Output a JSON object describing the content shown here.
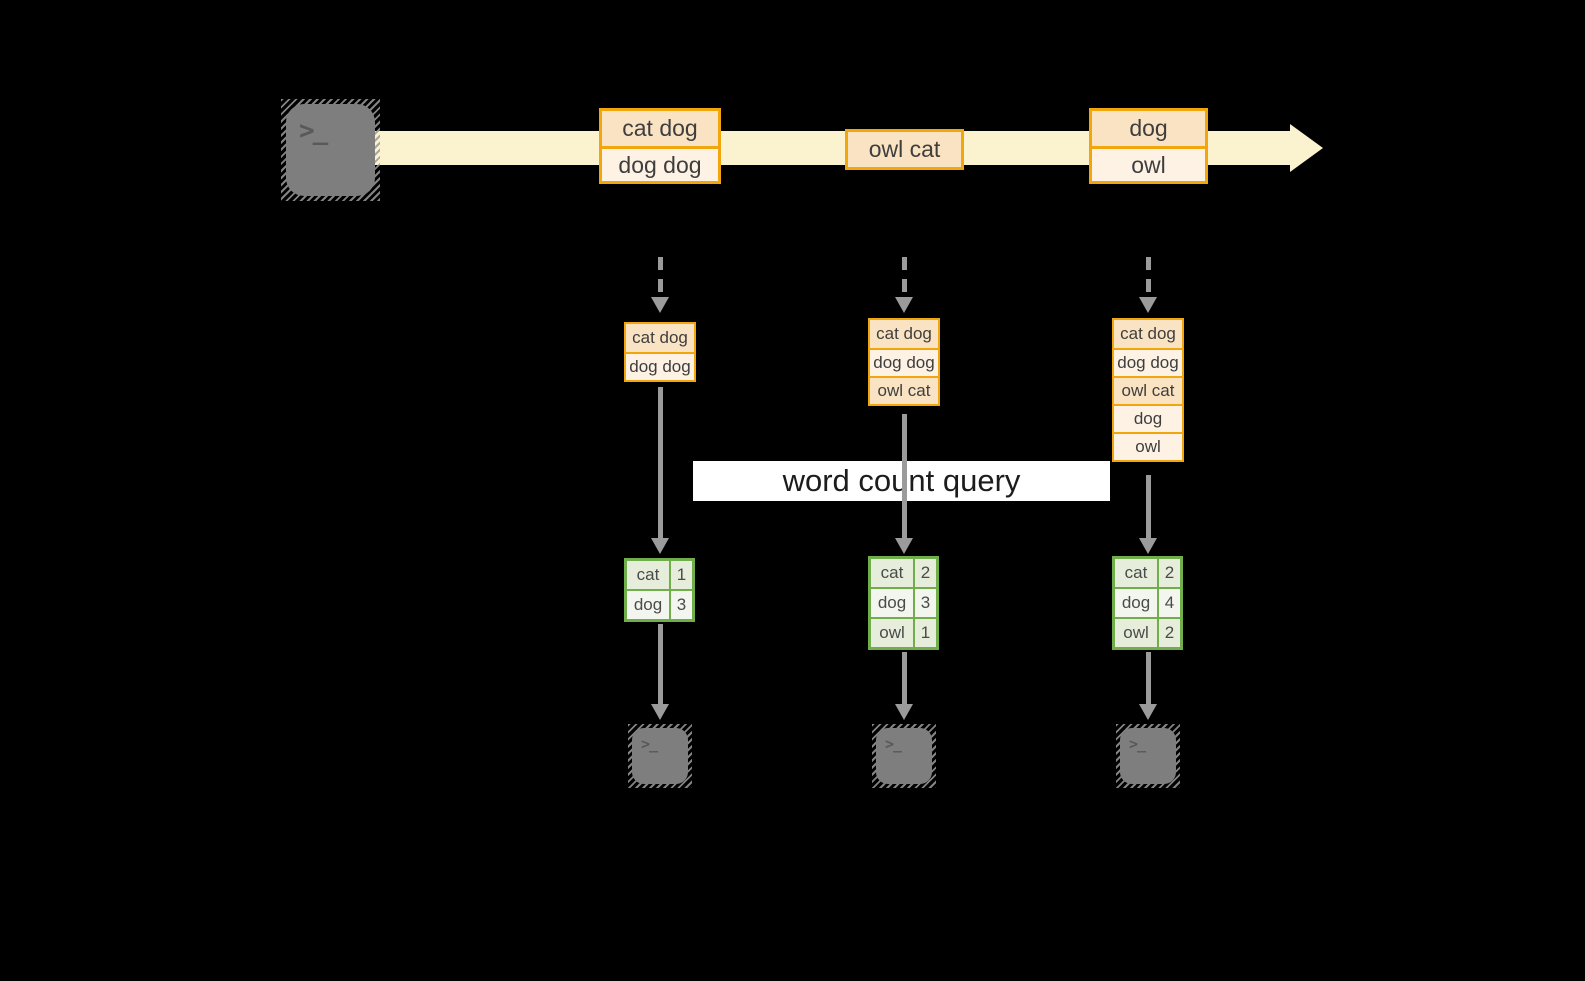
{
  "colors": {
    "canvasBg": "#000000",
    "streamBand": "#FBF2CF",
    "orange": "#F2A60D",
    "peachDark": "#FAE3C3",
    "peachLight": "#FDF2E4",
    "green": "#6FAE4B",
    "greenDark": "#E7EDDB",
    "greenLight": "#F3F6EE",
    "arrow": "#9B9B9B",
    "queryBandBg": "#FFFFFF",
    "ink": "#3E3E3E",
    "terminalBody": "#7E7E7E",
    "terminalHatch": "#9A9A9A",
    "terminalGlyph": "#595959"
  },
  "terminal_prompt": ">_",
  "query": {
    "label": "word count query"
  },
  "stream": {
    "events": [
      {
        "cells": [
          {
            "label": "cat dog"
          },
          {
            "label": "dog dog"
          }
        ]
      },
      {
        "cells": [
          {
            "label": "owl cat"
          }
        ]
      },
      {
        "cells": [
          {
            "label": "dog"
          },
          {
            "label": "owl"
          }
        ]
      }
    ]
  },
  "columns": [
    {
      "state": [
        {
          "label": "cat dog"
        },
        {
          "label": "dog dog"
        }
      ],
      "counts": [
        {
          "word": "cat",
          "count": 1
        },
        {
          "word": "dog",
          "count": 3
        }
      ]
    },
    {
      "state": [
        {
          "label": "cat dog"
        },
        {
          "label": "dog dog"
        },
        {
          "label": "owl cat"
        }
      ],
      "counts": [
        {
          "word": "cat",
          "count": 2
        },
        {
          "word": "dog",
          "count": 3
        },
        {
          "word": "owl",
          "count": 1
        }
      ]
    },
    {
      "state": [
        {
          "label": "cat dog"
        },
        {
          "label": "dog dog"
        },
        {
          "label": "owl cat"
        },
        {
          "label": "dog"
        },
        {
          "label": "owl"
        }
      ],
      "counts": [
        {
          "word": "cat",
          "count": 2
        },
        {
          "word": "dog",
          "count": 4
        },
        {
          "word": "owl",
          "count": 2
        }
      ]
    }
  ]
}
